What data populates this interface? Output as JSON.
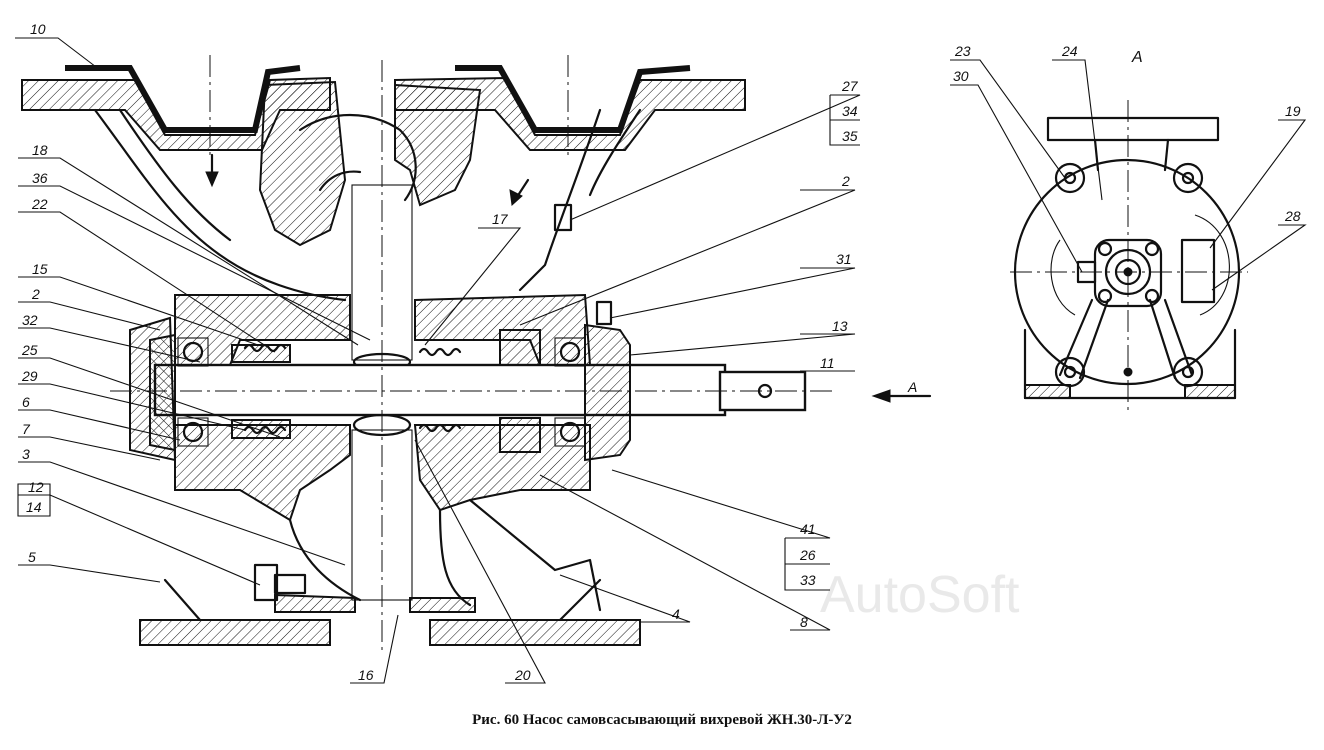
{
  "caption": "Рис. 60 Насос самовсасывающий вихревой ЖН.30-Л-У2",
  "watermark": "AutoSoft",
  "view_label": "А",
  "arrow_label": "А",
  "callouts": {
    "c10": "10",
    "c18": "18",
    "c36": "36",
    "c22": "22",
    "c15": "15",
    "c2a": "2",
    "c32": "32",
    "c25": "25",
    "c29": "29",
    "c6": "6",
    "c7": "7",
    "c3": "3",
    "c12": "12",
    "c14": "14",
    "c5": "5",
    "c16": "16",
    "c20": "20",
    "c4": "4",
    "c8": "8",
    "c41": "41",
    "c26": "26",
    "c33": "33",
    "c11": "11",
    "c13": "13",
    "c31": "31",
    "c2b": "2",
    "c17": "17",
    "c27": "27",
    "c34": "34",
    "c35": "35",
    "c23": "23",
    "c30": "30",
    "c24": "24",
    "c19": "19",
    "c28": "28"
  }
}
